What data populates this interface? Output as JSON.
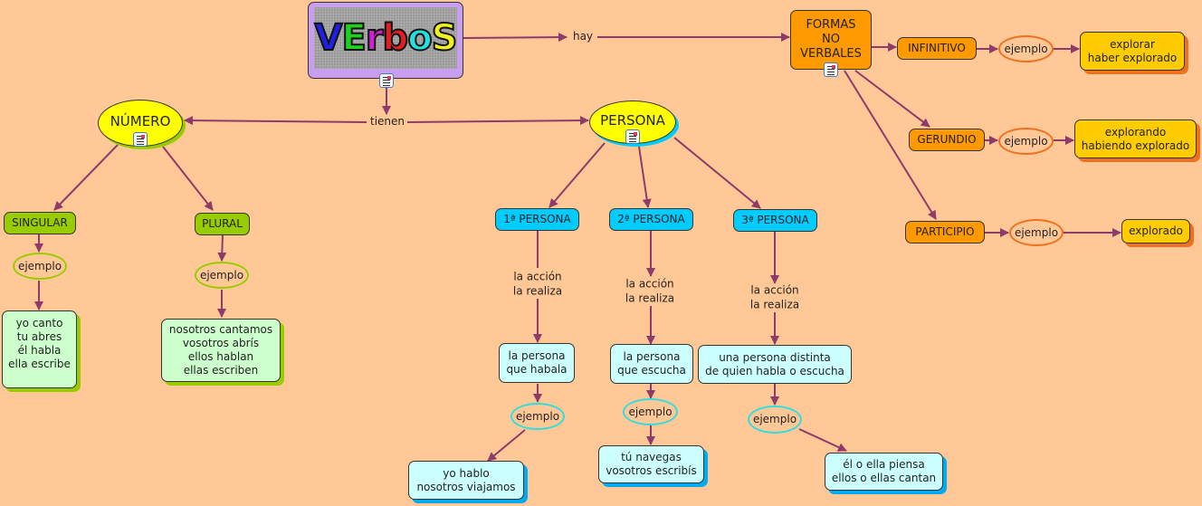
{
  "colors": {
    "background": "#ffc896",
    "link": "#8e3a6a",
    "root_frame": "#c89ef0",
    "orange_node": "#ff9900",
    "yellow_node": "#ffcc00",
    "green_node": "#99cc00",
    "light_green_node": "#ccffcc",
    "blue_node": "#00ccff",
    "light_blue_node": "#ccffff",
    "concept_oval": "#ffff00"
  },
  "root": {
    "title": "Verbos",
    "letters": [
      {
        "ch": "V",
        "color": "#2020e0"
      },
      {
        "ch": "E",
        "color": "#20d020"
      },
      {
        "ch": "r",
        "color": "#d020d0"
      },
      {
        "ch": "b",
        "color": "#e02020"
      },
      {
        "ch": "o",
        "color": "#20e0e0"
      },
      {
        "ch": "S",
        "color": "#f0f020"
      }
    ],
    "icon": "document-resource-icon"
  },
  "link_labels": {
    "hay": "hay",
    "tienen": "tienen",
    "accion_1": "la acción\nla realiza",
    "accion_2": "la acción\nla realiza",
    "accion_3": "la acción\nla realiza"
  },
  "nodes": {
    "formas": "FORMAS\nNO\nVERBALES",
    "infinitivo": "INFINITIVO",
    "gerundio": "GERUNDIO",
    "participio": "PARTICIPIO",
    "ej_inf": "ejemplo",
    "ej_ger": "ejemplo",
    "ej_par": "ejemplo",
    "ex_inf": "explorar\nhaber explorado",
    "ex_ger": "explorando\nhabiendo explorado",
    "ex_par": "explorado",
    "numero": "NÚMERO",
    "persona": "PERSONA",
    "singular": "SINGULAR",
    "plural": "PLURAL",
    "ej_sing": "ejemplo",
    "ej_plur": "ejemplo",
    "ex_sing": "yo canto\ntu abres\nél habla\nella escribe",
    "ex_plur": "nosotros cantamos\nvosotros abrís\nellos hablan\nellas escriben",
    "p1": "1ª PERSONA",
    "p2": "2ª PERSONA",
    "p3": "3ª PERSONA",
    "desc1": "la persona\nque habala",
    "desc2": "la persona\nque escucha",
    "desc3": "una persona distinta\nde quien habla o escucha",
    "ej_p1": "ejemplo",
    "ej_p2": "ejemplo",
    "ej_p3": "ejemplo",
    "ex_p1": "yo hablo\nnosotros viajamos",
    "ex_p2": "tú navegas\nvosotros escribís",
    "ex_p3": "él o ella piensa\nellos o ellas cantan"
  }
}
